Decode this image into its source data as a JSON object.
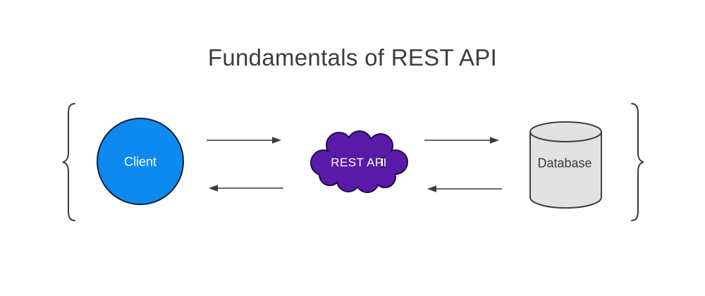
{
  "title": "Fundamentals of REST API",
  "diagram": {
    "line_color": "#3a3a3a",
    "background": "#ffffff",
    "nodes": {
      "client": {
        "label": "Client",
        "shape": "circle",
        "fill": "#0d8af0",
        "outline": "#14213d",
        "text_color": "#ffffff"
      },
      "rest_api": {
        "label": "REST API",
        "shape": "cloud",
        "fill": "#5a1aa8",
        "outline": "#23084b",
        "text_color": "#ffffff"
      },
      "database": {
        "label": "Database",
        "shape": "cylinder",
        "fill": "#e2e2e2",
        "outline": "#3f3f3f",
        "text_color": "#3a3a3a"
      }
    },
    "edges": [
      {
        "from": "Client",
        "to": "REST API"
      },
      {
        "from": "REST API",
        "to": "Client"
      },
      {
        "from": "REST API",
        "to": "Database"
      },
      {
        "from": "Database",
        "to": "REST API"
      }
    ],
    "brackets": {
      "left": "{",
      "right": "}"
    }
  }
}
